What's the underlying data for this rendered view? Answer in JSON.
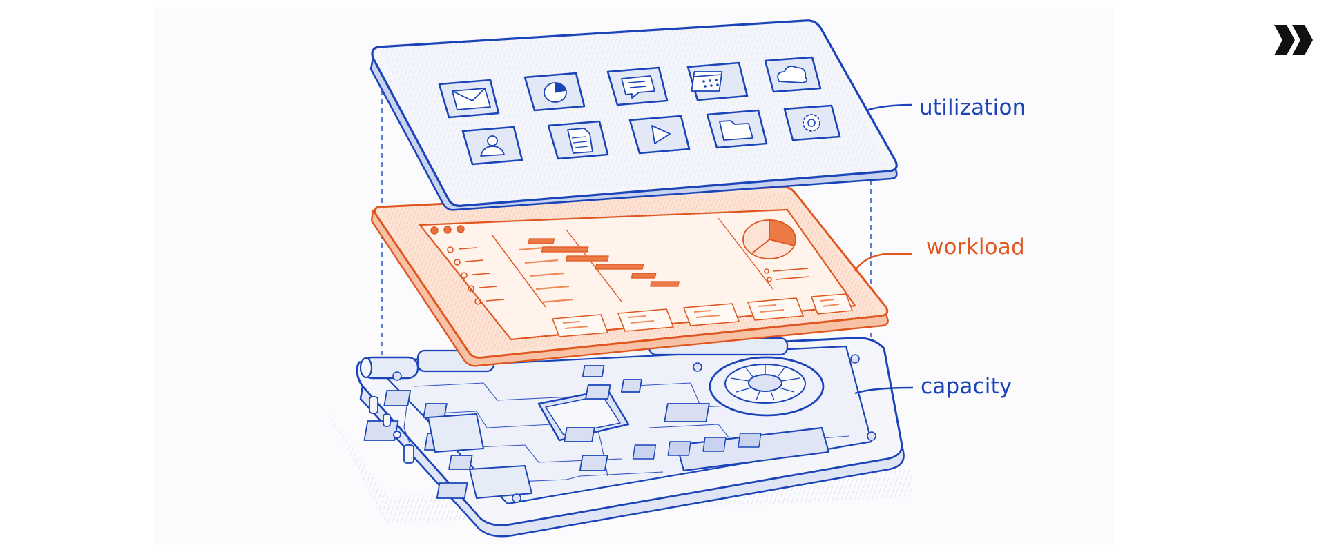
{
  "layers": {
    "top": {
      "label": "utilization",
      "color": "#1a44b8"
    },
    "middle": {
      "label": "workload",
      "color": "#e0561f"
    },
    "bottom": {
      "label": "capacity",
      "color": "#1a44b8"
    }
  },
  "top_layer_icons": [
    "mail-icon",
    "pie-chart-icon",
    "chat-icon",
    "calendar-icon",
    "cloud-icon",
    "user-icon",
    "document-icon",
    "play-icon",
    "folder-icon",
    "gear-icon"
  ],
  "brand": {
    "logo": "double-chevron-logo-icon",
    "color": "#111111"
  },
  "colors": {
    "blue": "#1a44b8",
    "orange": "#e0561f",
    "sketch_fill": "#f4f6fb"
  }
}
